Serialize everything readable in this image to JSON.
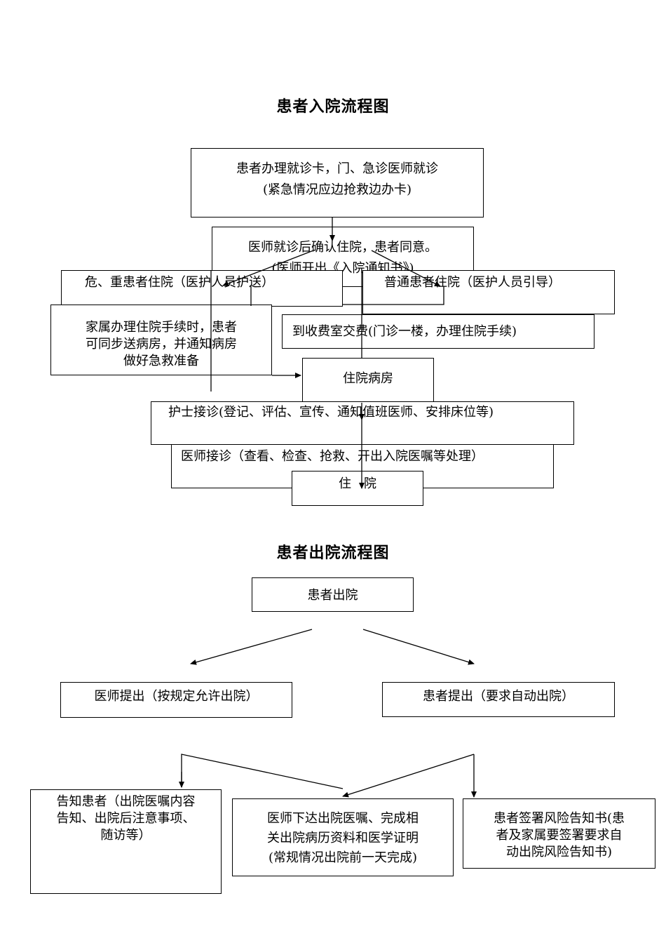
{
  "admission": {
    "title": "患者入院流程图",
    "step1": [
      "患者办理就诊卡，门、急诊医师就诊",
      "(紧急情况应边抢救边办卡)"
    ],
    "step2": [
      "医师就诊后确认住院，患者同意。",
      "(医师开出《入院通知书》)"
    ],
    "critical": "危、重患者住院（医护人员护送）",
    "normal": "普通患者住院（医护人员引导）",
    "family": [
      "家属办理住院手续时，患者",
      "可同步送病房，并通知病房",
      "做好急救准备"
    ],
    "payment": "到收费室交费(门诊一楼，办理住院手续)",
    "ward": "住院病房",
    "nurse": "护士接诊(登记、评估、宣传、通知值班医师、安排床位等)",
    "doctor": "医师接诊（查看、检查、抢救、开出入院医嘱等处理）",
    "hospitalized": "住　院"
  },
  "discharge": {
    "title": "患者出院流程图",
    "start": "患者出院",
    "doctor_initiated": "医师提出（按规定允许出院）",
    "patient_initiated": "患者提出（要求自动出院）",
    "inform": [
      "告知患者（出院医嘱内容",
      "告知、出院后注意事项、",
      "随访等）"
    ],
    "orders": [
      "医师下达出院医嘱、完成相",
      "关出院病历资料和医学证明",
      "(常规情况出院前一天完成)"
    ],
    "risk": [
      "患者签署风险告知书(患",
      "者及家属要签署要求自",
      "动出院风险告知书)"
    ]
  }
}
